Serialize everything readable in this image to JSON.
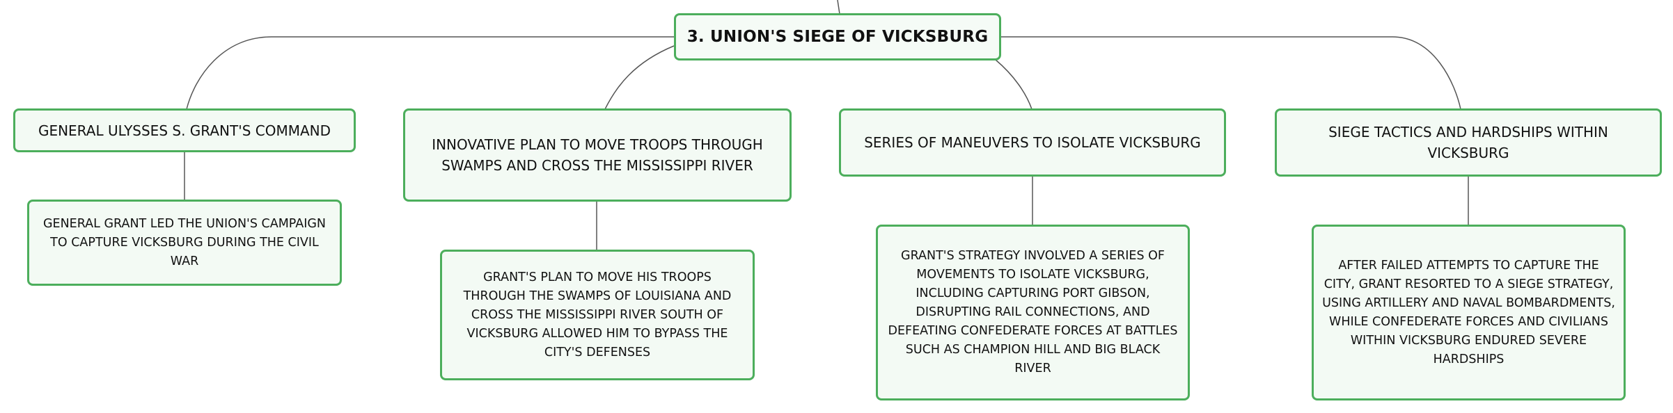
{
  "root": {
    "title": "3. UNION'S SIEGE OF VICKSBURG"
  },
  "topics": [
    {
      "title": "GENERAL ULYSSES S. GRANT'S COMMAND",
      "detail": "GENERAL GRANT LED THE UNION'S CAMPAIGN TO CAPTURE VICKSBURG DURING THE CIVIL WAR"
    },
    {
      "title": "INNOVATIVE PLAN TO MOVE TROOPS THROUGH SWAMPS AND CROSS THE MISSISSIPPI RIVER",
      "detail": "GRANT'S PLAN TO MOVE HIS TROOPS THROUGH THE SWAMPS OF LOUISIANA AND CROSS THE MISSISSIPPI RIVER SOUTH OF VICKSBURG ALLOWED HIM TO BYPASS THE CITY'S DEFENSES"
    },
    {
      "title": "SERIES OF MANEUVERS TO ISOLATE VICKSBURG",
      "detail": "GRANT'S STRATEGY INVOLVED A SERIES OF MOVEMENTS TO ISOLATE VICKSBURG, INCLUDING CAPTURING PORT GIBSON, DISRUPTING RAIL CONNECTIONS, AND DEFEATING CONFEDERATE FORCES AT BATTLES SUCH AS CHAMPION HILL AND BIG BLACK RIVER"
    },
    {
      "title": "SIEGE TACTICS AND HARDSHIPS WITHIN VICKSBURG",
      "detail": "AFTER FAILED ATTEMPTS TO CAPTURE THE CITY, GRANT RESORTED TO A SIEGE STRATEGY, USING ARTILLERY AND NAVAL BOMBARDMENTS, WHILE CONFEDERATE FORCES AND CIVILIANS WITHIN VICKSBURG ENDURED SEVERE HARDSHIPS"
    }
  ],
  "colors": {
    "node_border": "#4cae5c",
    "node_fill": "#f3faf4",
    "connector": "#555555"
  }
}
